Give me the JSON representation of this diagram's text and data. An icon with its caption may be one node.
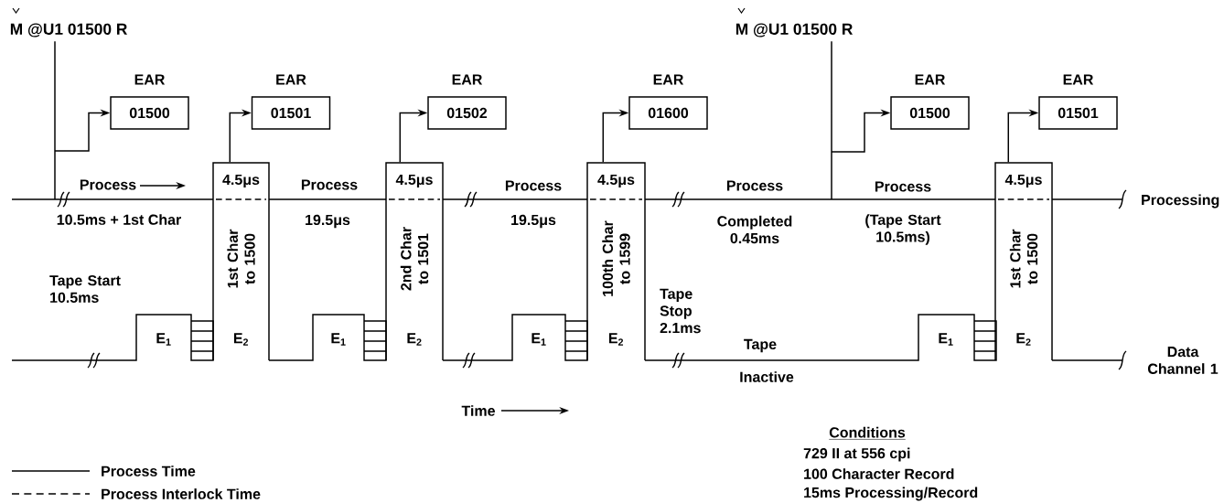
{
  "diagram": {
    "nodes": [
      {
        "text": [
          "M @U1 01500 R"
        ]
      },
      {
        "text": [
          "EAR",
          "01500"
        ]
      },
      {
        "text": [
          "EAR",
          "01501"
        ]
      },
      {
        "text": [
          "EAR",
          "01502"
        ]
      },
      {
        "text": [
          "EAR",
          "01600"
        ]
      },
      {
        "text": [
          "M @U1 01500 R"
        ]
      },
      {
        "text": [
          "EAR",
          "01500"
        ]
      },
      {
        "text": [
          "EAR",
          "01501"
        ]
      },
      {
        "text": [
          "4.5μs",
          "1st Char to 1500",
          "E$_{2}$"
        ]
      },
      {
        "text": [
          "4.5μs",
          "2nd Char to 1501",
          "E$_{2}$"
        ]
      },
      {
        "text": [
          "4.5μs",
          "100th Char to 1599",
          "E$_{2}$"
        ]
      },
      {
        "text": [
          "4.5μs",
          "1st Char to 1500",
          "E$_{2}$"
        ]
      }
    ],
    "edges": [
      {
        "from": 0,
        "to": 1,
        "arrow": "to"
      },
      {
        "from": 8,
        "to": 2,
        "arrow": "to"
      },
      {
        "from": 9,
        "to": 3,
        "arrow": "to"
      },
      {
        "from": 10,
        "to": 4,
        "arrow": "to"
      },
      {
        "from": 5,
        "to": 6,
        "arrow": "to"
      },
      {
        "from": 11,
        "to": 7,
        "arrow": "to"
      }
    ],
    "labels": [
      "Process",
      "10.5ms + 1st Char",
      "Process",
      "19.5μs",
      "Process",
      "19.5μs",
      "Process",
      "Completed 0.45ms",
      "Process",
      "(Tape Start 10.5ms)",
      "Processing",
      "Tape Start 10.5ms",
      "E$_{1}$",
      "E$_{1}$",
      "E$_{1}$",
      "E$_{1}$",
      "Tape Stop 2.1ms",
      "Tape",
      "Inactive",
      "Data Channel 1",
      "Time",
      "Conditions",
      "729 II at 556 cpi",
      "100 Character Record",
      "15ms Processing/Record"
    ],
    "legend": [
      {
        "text": "Process Time"
      },
      {
        "text": "Process Interlock Time"
      }
    ]
  }
}
